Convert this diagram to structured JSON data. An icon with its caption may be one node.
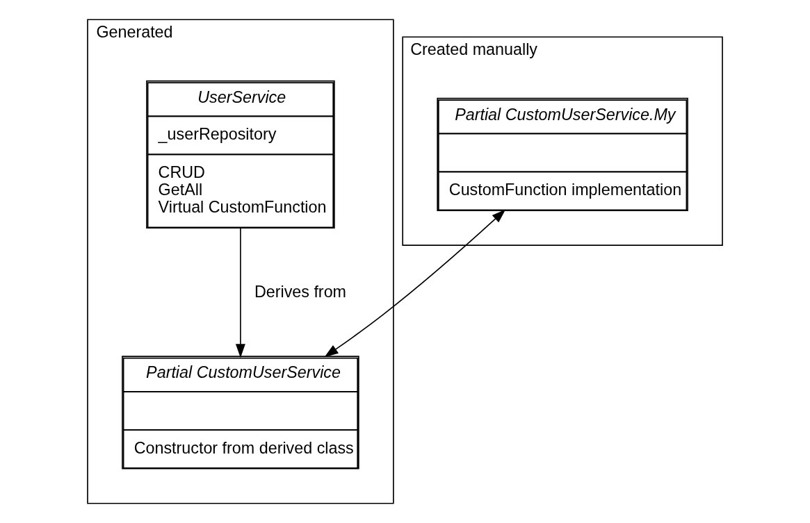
{
  "diagram": {
    "nodes": [
      {
        "text": [
          "Generated"
        ]
      },
      {
        "text": [
          "UserService",
          "_userRepository",
          "CRUD",
          "GetAll",
          "Virtual CustomFunction"
        ],
        "in": 0
      },
      {
        "text": [
          "Partial CustomUserService",
          "Constructor from derived class"
        ],
        "in": 0
      },
      {
        "text": [
          "Created manually"
        ]
      },
      {
        "text": [
          "Partial CustomUserService.My",
          "CustomFunction implementation"
        ],
        "in": 3
      }
    ],
    "edges": [
      {
        "from": 1,
        "to": 2,
        "arrow": "to",
        "label": "Derives from"
      },
      {
        "from": 2,
        "to": 4,
        "arrow": "both"
      }
    ]
  }
}
